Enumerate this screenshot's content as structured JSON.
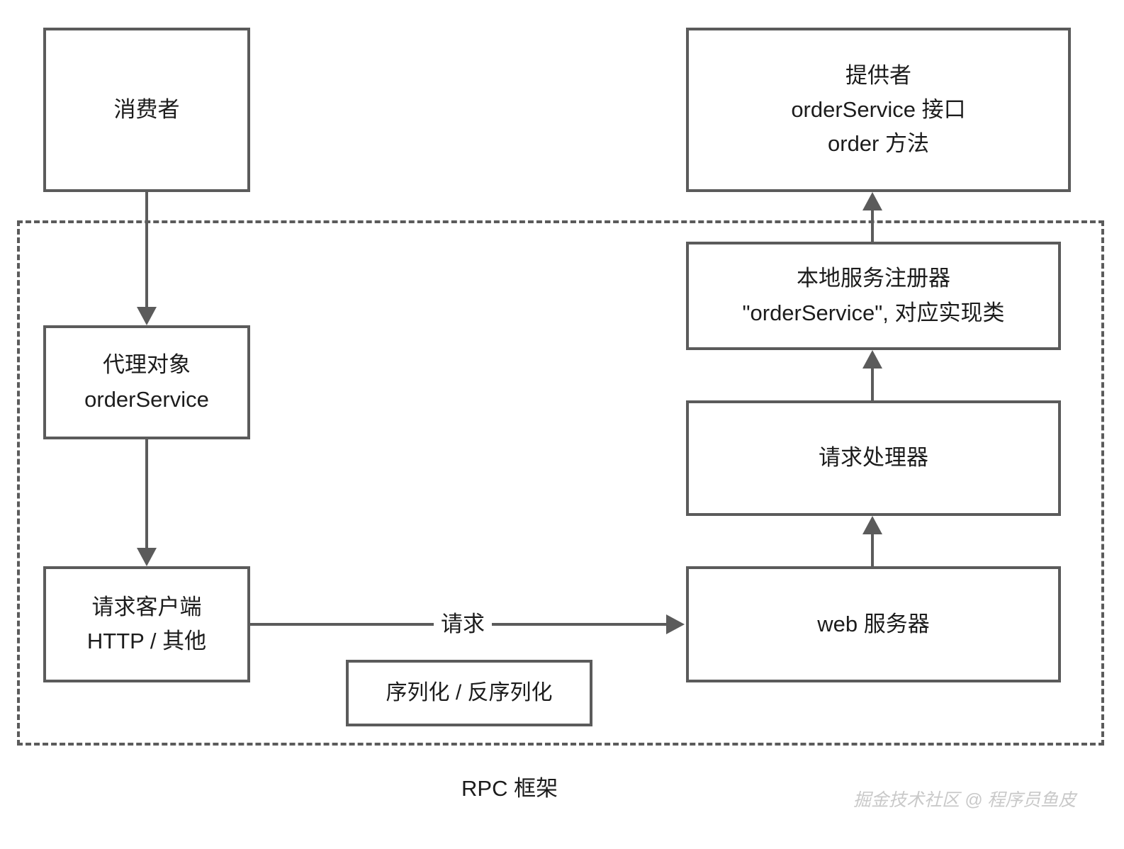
{
  "diagram": {
    "title": "RPC 框架",
    "caption": "RPC 框架",
    "watermark": "掘金技术社区 @ 程序员鱼皮",
    "colors": {
      "stroke": "#5b5b5b",
      "text": "#1c1c1c",
      "background": "#ffffff",
      "watermark": "#c9c9c9"
    }
  },
  "nodes": {
    "consumer": {
      "lines": [
        "消费者"
      ]
    },
    "provider": {
      "lines": [
        "提供者",
        "orderService 接口",
        "order 方法"
      ]
    },
    "proxy": {
      "lines": [
        "代理对象",
        "orderService"
      ]
    },
    "local_registry": {
      "lines": [
        "本地服务注册器",
        "\"orderService\", 对应实现类"
      ]
    },
    "request_handler": {
      "lines": [
        "请求处理器"
      ]
    },
    "request_client": {
      "lines": [
        "请求客户端",
        "HTTP / 其他"
      ]
    },
    "web_server": {
      "lines": [
        "web 服务器"
      ]
    },
    "serialization": {
      "lines": [
        "序列化 / 反序列化"
      ]
    }
  },
  "edges": {
    "consumer_to_proxy": {
      "label": ""
    },
    "proxy_to_request_client": {
      "label": ""
    },
    "request_client_to_web_server": {
      "label": "请求"
    },
    "web_server_to_request_handler": {
      "label": ""
    },
    "request_handler_to_registry": {
      "label": ""
    },
    "registry_to_provider": {
      "label": ""
    }
  }
}
